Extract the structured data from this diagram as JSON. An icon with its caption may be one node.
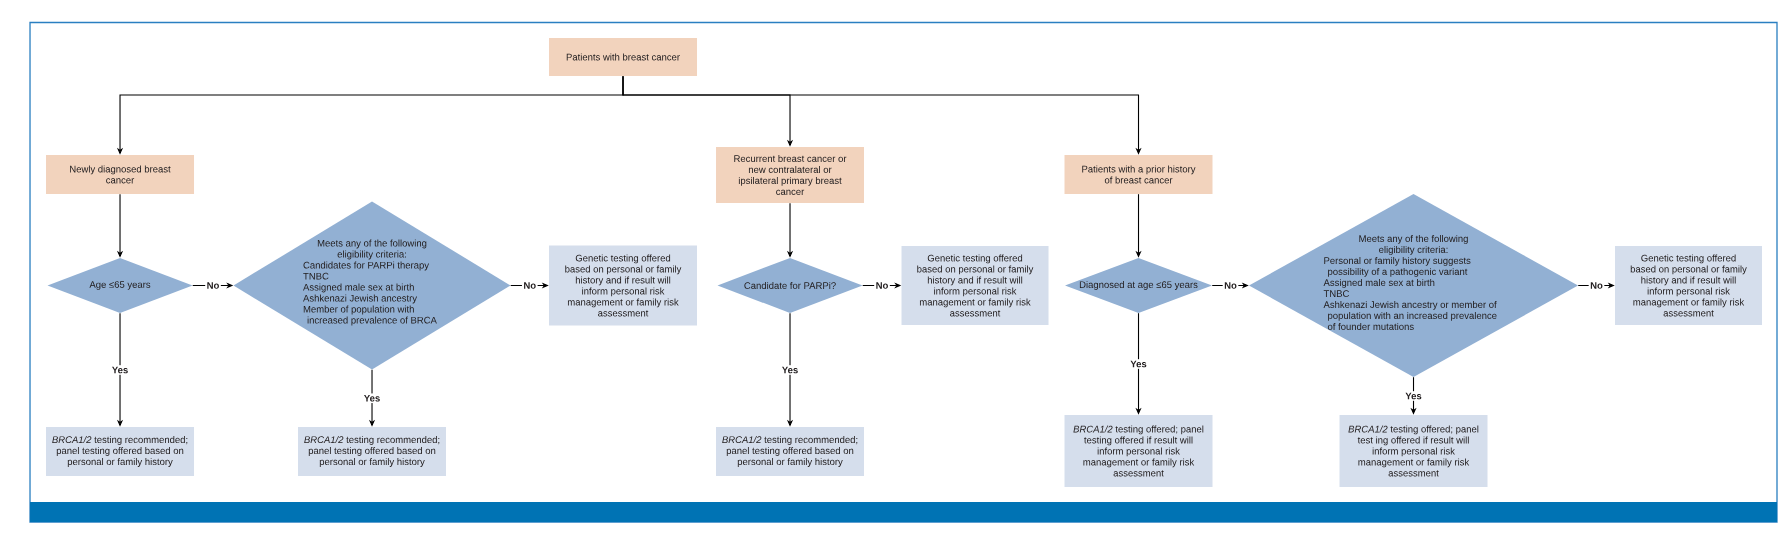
{
  "diagram": {
    "nodes": [
      {
        "text": [
          "Patients with breast cancer"
        ]
      },
      {
        "text": [
          "Newly diagnosed breast cancer"
        ]
      },
      {
        "text": [
          "Recurrent breast cancer or new contralateral or ipsilateral primary breast cancer"
        ]
      },
      {
        "text": [
          "Patients with a prior history of breast cancer"
        ]
      },
      {
        "text": [
          "Age ≤65 years"
        ]
      },
      {
        "text": [
          "Meets any of the following eligibility criteria:",
          "Candidates for PARPi therapy",
          "TNBC",
          "Assigned male sex at birth",
          "Ashkenazi Jewish ancestry",
          "Member of population with increased prevalence of BRCA"
        ]
      },
      {
        "text": [
          "Genetic testing offered based on personal or family history and if result will inform personal risk management or family risk assessment"
        ]
      },
      {
        "text": [
          "Candidate for PARPi?"
        ]
      },
      {
        "text": [
          "Genetic testing offered based on personal or family history and if result will inform personal risk management or family risk assessment"
        ]
      },
      {
        "text": [
          "Diagnosed at age ≤65 years"
        ]
      },
      {
        "text": [
          "Meets any of the following eligibility criteria:",
          "Personal or family history suggests possibility of a pathogenic variant",
          "Assigned male sex at birth",
          "TNBC",
          "Ashkenazi Jewish ancestry or member of population with an increased prevalence of founder mutations"
        ]
      },
      {
        "text": [
          "Genetic testing offered based on personal or family history and if result will inform personal risk management or family risk assessment"
        ]
      },
      {
        "text": [
          "*BRCA1/2* testing recommended; panel testing offered based on personal or family history"
        ]
      },
      {
        "text": [
          "*BRCA1/2* testing recommended; panel testing offered based on personal or family history"
        ]
      },
      {
        "text": [
          "*BRCA1/2* testing recommended; panel testing offered based on personal or family history"
        ]
      },
      {
        "text": [
          "*BRCA1/2* testing offered; panel testing offered if result will inform personal risk management or family risk assessment"
        ]
      },
      {
        "text": [
          "*BRCA1/2* testing offered; panel test ing offered if result will inform personal risk management or family risk assessment"
        ]
      }
    ],
    "edges": [
      {
        "from": 0,
        "to": 1,
        "arrow": "to"
      },
      {
        "from": 0,
        "to": 2,
        "arrow": "to"
      },
      {
        "from": 0,
        "to": 3,
        "arrow": "to"
      },
      {
        "from": 1,
        "to": 4,
        "arrow": "to"
      },
      {
        "from": 4,
        "to": 5,
        "arrow": "to",
        "label": "No"
      },
      {
        "from": 4,
        "to": 12,
        "arrow": "to",
        "label": "Yes"
      },
      {
        "from": 5,
        "to": 6,
        "arrow": "to",
        "label": "No"
      },
      {
        "from": 5,
        "to": 13,
        "arrow": "to",
        "label": "Yes"
      },
      {
        "from": 2,
        "to": 7,
        "arrow": "to"
      },
      {
        "from": 7,
        "to": 8,
        "arrow": "to",
        "label": "No"
      },
      {
        "from": 7,
        "to": 14,
        "arrow": "to",
        "label": "Yes"
      },
      {
        "from": 3,
        "to": 9,
        "arrow": "to"
      },
      {
        "from": 9,
        "to": 10,
        "arrow": "to",
        "label": "No"
      },
      {
        "from": 9,
        "to": 15,
        "arrow": "to",
        "label": "Yes"
      },
      {
        "from": 10,
        "to": 11,
        "arrow": "to",
        "label": "No"
      },
      {
        "from": 10,
        "to": 16,
        "arrow": "to",
        "label": "Yes"
      }
    ]
  }
}
